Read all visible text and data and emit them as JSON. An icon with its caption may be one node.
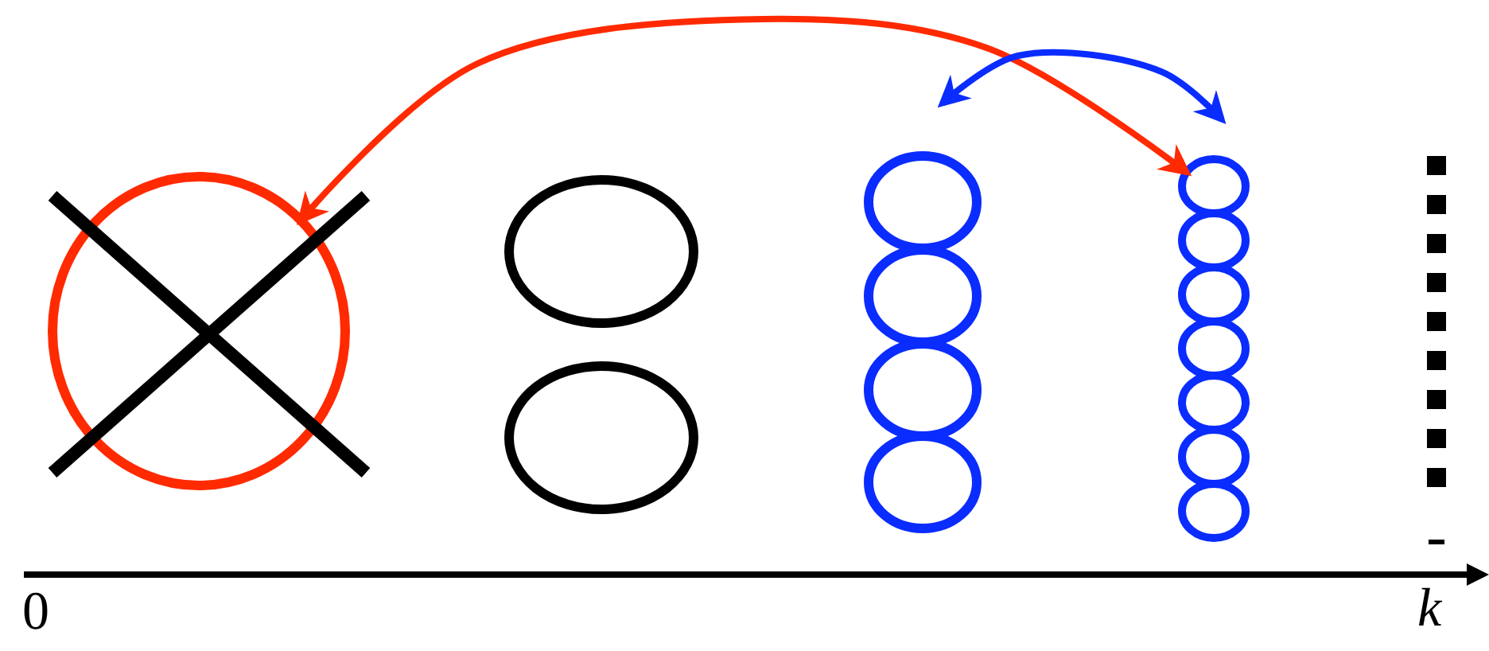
{
  "diagram": {
    "nodes": [
      {
        "text": [],
        "shape": "circle"
      },
      {
        "text": [],
        "shape": "circle"
      },
      {
        "text": [],
        "shape": "circle"
      },
      {
        "text": [],
        "shape": "circle"
      },
      {
        "text": [],
        "shape": "circle"
      },
      {
        "text": [],
        "shape": "circle"
      },
      {
        "text": [],
        "shape": "circle"
      },
      {
        "text": [],
        "shape": "circle"
      },
      {
        "text": [],
        "shape": "circle"
      },
      {
        "text": [],
        "shape": "circle"
      },
      {
        "text": [],
        "shape": "circle"
      },
      {
        "text": [],
        "shape": "circle"
      },
      {
        "text": [],
        "shape": "circle"
      },
      {
        "text": [],
        "shape": "circle"
      }
    ],
    "edges": [
      {
        "from": 7,
        "to": 0,
        "arrow": "both",
        "color": "#ff2a00"
      },
      {
        "from": 3,
        "to": 7,
        "arrow": "both",
        "color": "#0a2cff"
      }
    ],
    "labels": [
      "0",
      "k"
    ]
  }
}
